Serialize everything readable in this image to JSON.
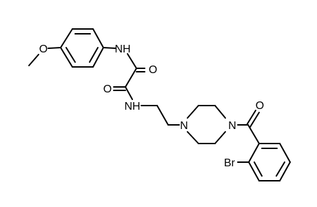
{
  "diagram": {
    "type": "chemical-structure",
    "bond_color": "#000000",
    "background": "#ffffff",
    "atom_labels": {
      "methoxy_oxygen": "O",
      "anilide_nitrogen": "NH",
      "upper_carbonyl_oxygen": "O",
      "lower_carbonyl_oxygen": "O",
      "amide_nitrogen": "NH",
      "piperazine_n1": "N",
      "piperazine_n4": "N",
      "benzoyl_oxygen": "O",
      "bromine": "Br"
    }
  }
}
